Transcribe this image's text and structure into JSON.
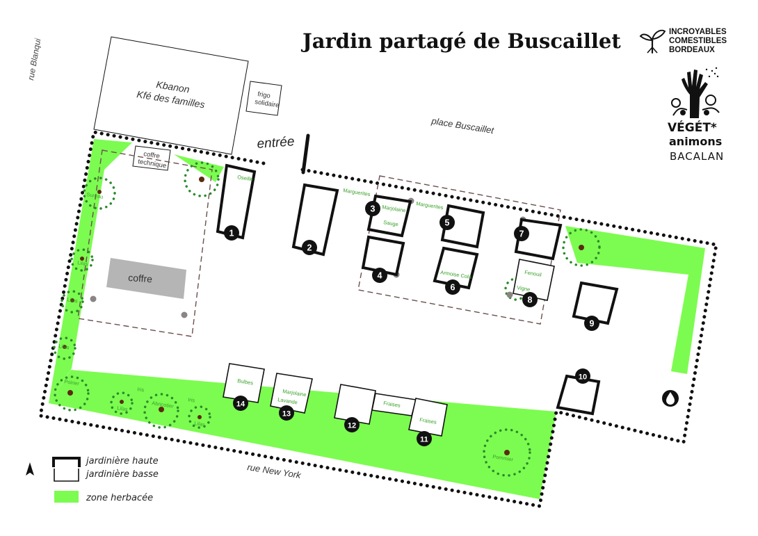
{
  "title": "Jardin partagé de Buscaillet",
  "brands": {
    "ice_lines": [
      "INCROYABLES",
      "COMESTIBLES",
      "BORDEAUX"
    ],
    "veg_line1": "VÉGÉT*",
    "veg_line2": "animons",
    "veg_line3": "BACALAN"
  },
  "streets": {
    "west": "rue Blanqui",
    "north": "place Buscaillet",
    "south": "rue New York"
  },
  "buildings": {
    "kbanon_line1": "Kbanon",
    "kbanon_line2": "Kfé des familles",
    "frigo_line1": "frigo",
    "frigo_line2": "solidaire",
    "coffre_technique_line1": "coffre",
    "coffre_technique_line2": "technique",
    "coffre": "coffre",
    "entree": "entrée"
  },
  "beds": [
    {
      "number": "1",
      "plant": "Oseille",
      "type": "haute"
    },
    {
      "number": "2",
      "plant": "",
      "type": "haute"
    },
    {
      "number": "3",
      "plant": "Marjolaine",
      "plant2": "Sauge",
      "type": "haute"
    },
    {
      "number": "4",
      "plant": "",
      "type": "haute"
    },
    {
      "number": "5",
      "plant": "",
      "type": "haute"
    },
    {
      "number": "6",
      "plant": "Armoise Cola",
      "type": "haute"
    },
    {
      "number": "7",
      "plant": "",
      "type": "haute"
    },
    {
      "number": "8",
      "plant": "Fenouil",
      "type": "basse"
    },
    {
      "number": "9",
      "plant": "",
      "type": "haute"
    },
    {
      "number": "10",
      "plant": "",
      "type": "haute"
    },
    {
      "number": "11",
      "plant": "Fraises",
      "type": "basse"
    },
    {
      "number": "12",
      "plant": "",
      "type": "basse"
    },
    {
      "number": "13",
      "plant": "Marjolaine",
      "plant2": "Lavande",
      "type": "basse"
    },
    {
      "number": "14",
      "plant": "Bulbes",
      "type": "basse"
    }
  ],
  "plant_labels": {
    "marguerites_1": "Marguerites",
    "marguerites_2": "Marguerites",
    "fraises_mid": "Fraises",
    "vigne": "Vigne",
    "sureau": "Sureau",
    "lilas_1": "Lilas",
    "lilas_2": "Lilas",
    "lilas_3": "Lilas",
    "lilas_4": "Lilas",
    "lilas_5": "Lilas",
    "poirier": "Poirier",
    "abricotier": "Abricotier",
    "iris_1": "Iris",
    "iris_2": "Iris",
    "pommier": "Pommier"
  },
  "legend": {
    "north": "N",
    "haute": "jardinière haute",
    "basse": "jardinière basse",
    "herb": "zone herbacée"
  },
  "colors": {
    "grass": "#7cfc50",
    "plant_text": "#3aa12a",
    "building_grey": "#b5b5b5",
    "badge": "#111111"
  }
}
